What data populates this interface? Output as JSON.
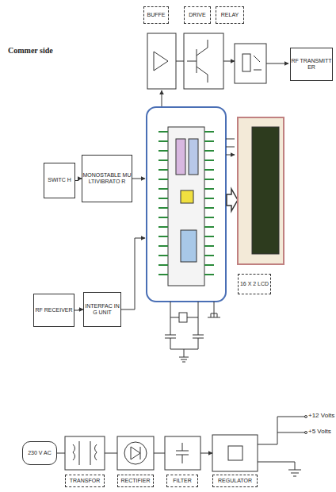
{
  "diagram": {
    "nodes": [
      {
        "text": [
          "BUFFE"
        ]
      },
      {
        "text": [
          "DRIVE"
        ]
      },
      {
        "text": [
          "RELAY"
        ]
      },
      {
        "text": [
          "RF TRANSMITTER"
        ]
      },
      {
        "text": [
          "SWITC H"
        ]
      },
      {
        "text": [
          "MONOSTABLE MULTIVIBRATO R"
        ]
      },
      {
        "text": [
          "RF RECEIVER"
        ]
      },
      {
        "text": [
          "INTERFAC ING UNIT"
        ]
      },
      {
        "text": [
          "16 X 2 LCD"
        ]
      },
      {
        "text": [
          "230 V AC"
        ]
      },
      {
        "text": [
          "TRANSFOR"
        ]
      },
      {
        "text": [
          "RECTIFIER"
        ]
      },
      {
        "text": [
          "FILTER"
        ]
      },
      {
        "text": [
          "REGULATOR"
        ]
      }
    ],
    "edges": [
      {
        "from": 4,
        "to": 5,
        "arrow": "to"
      },
      {
        "from": 6,
        "to": 7,
        "arrow": "to"
      }
    ],
    "labels": [
      "Commer side",
      "+12 Volts",
      "+5 Volts"
    ]
  }
}
